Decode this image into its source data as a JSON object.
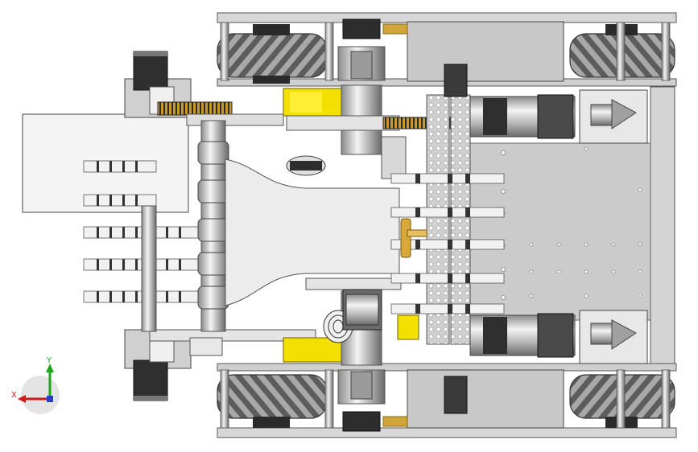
{
  "viewport": {
    "background": "#ffffff",
    "model": "robot-chassis-top-view"
  },
  "triad": {
    "x_label": "X",
    "y_label": "Y",
    "x_color": "#d01818",
    "y_color": "#18a818",
    "z_color": "#2040d0"
  },
  "palette": {
    "frame": "#d6d6d6",
    "frame_edge": "#5a5a5a",
    "panel": "#c9c9c9",
    "white_part": "#f2f2f2",
    "dark": "#3a3a3a",
    "yellow": "#f4e000",
    "gold": "#c89a2a",
    "metal": "#b8b8b8",
    "wheel": "#6e6e6e"
  }
}
